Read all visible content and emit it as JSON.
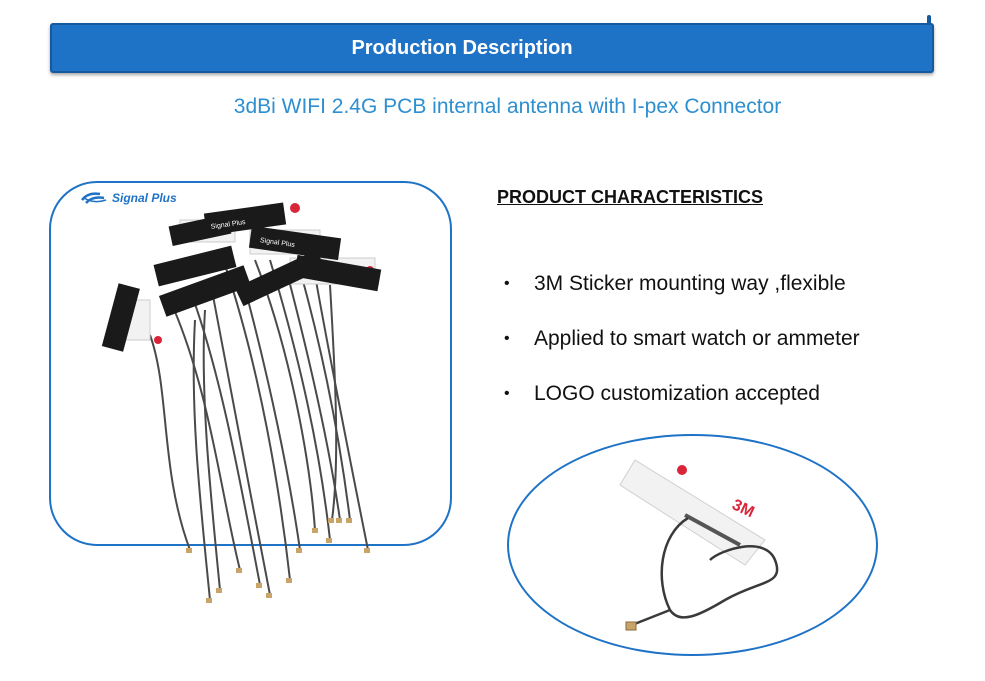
{
  "header": {
    "title": "Production Description"
  },
  "subtitle": "3dBi WIFI 2.4G PCB internal antenna with I-pex Connector",
  "photo": {
    "logo_text": "Signal Plus",
    "label_text": "Signal Plus"
  },
  "characteristics": {
    "title": "PRODUCT CHARACTERISTICS",
    "bullet": "•",
    "items": [
      "3M Sticker mounting way ,flexible",
      "Applied to smart watch or ammeter",
      "LOGO customization accepted"
    ]
  },
  "colors": {
    "accent": "#1f73c6",
    "subtitle": "#2e8fd0",
    "sticker": "#d9253a"
  },
  "icons": {
    "logo": "signal-plus-logo-icon"
  }
}
